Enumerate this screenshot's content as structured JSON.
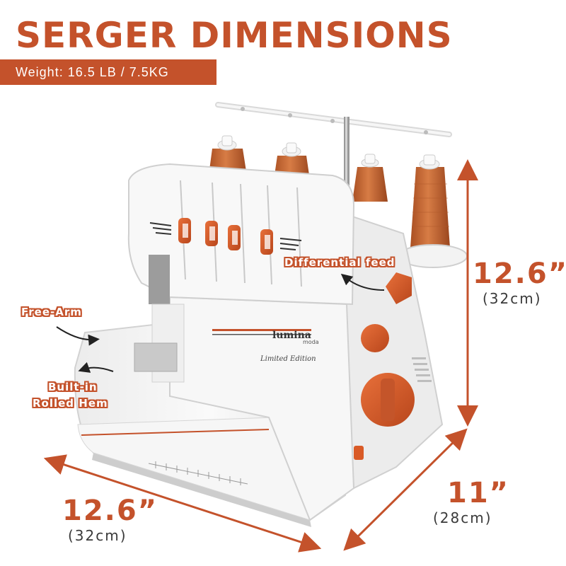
{
  "header": {
    "title": "SERGER DIMENSIONS",
    "weight": "Weight: 16.5 LB / 7.5KG"
  },
  "dimensions": {
    "height": {
      "inches": "12.6”",
      "cm": "(32cm)"
    },
    "depth": {
      "inches": "11”",
      "cm": "(28cm)"
    },
    "width": {
      "inches": "12.6”",
      "cm": "(32cm)"
    }
  },
  "callouts": {
    "differential_feed": "Differential feed",
    "free_arm": "Free-Arm",
    "rolled_hem_line1": "Built-in",
    "rolled_hem_line2": "Rolled Hem"
  },
  "product": {
    "brand": "lumina",
    "brand_sub": "moda",
    "edition": "Limited Edition"
  },
  "colors": {
    "accent": "#c4522b",
    "thread": "#c96a35",
    "body": "#f4f4f4",
    "dial": "#d95a26"
  }
}
